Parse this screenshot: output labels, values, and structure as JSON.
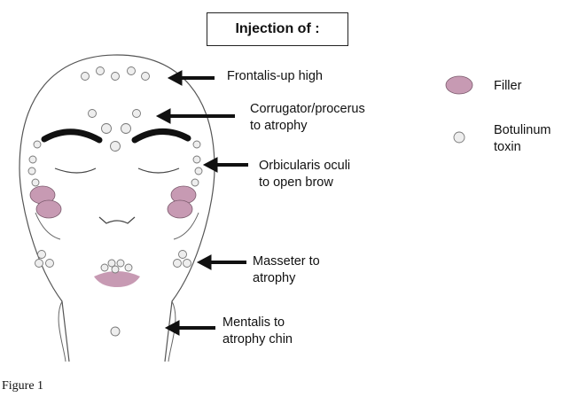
{
  "title": "Injection of :",
  "annotations": {
    "frontalis": "Frontalis-up high",
    "corrugator": [
      "Corrugator/procerus",
      "to atrophy"
    ],
    "orbicularis": [
      "Orbicularis oculi",
      "to open brow"
    ],
    "masseter": [
      "Masseter to",
      "atrophy"
    ],
    "mentalis": [
      "Mentalis to",
      "atrophy chin"
    ]
  },
  "legend": {
    "filler": "Filler",
    "botulinum": [
      "Botulinum",
      "toxin"
    ]
  },
  "caption": "Figure 1",
  "colors": {
    "filler": "#c79ab3",
    "toxin": "#eeeeee",
    "outline": "#555555",
    "arrow": "#111111"
  }
}
